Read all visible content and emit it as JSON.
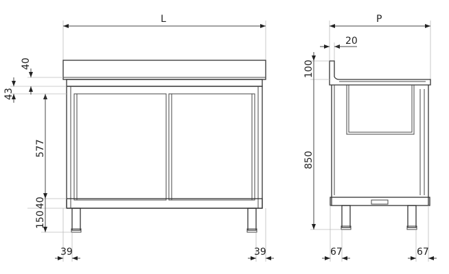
{
  "front_view": {
    "width_label": "L",
    "dims": {
      "top_thickness": "40",
      "upstand_gap": "43",
      "door_height": "577",
      "shelf_thickness": "40",
      "leg_height": "150",
      "leg_left_offset": "39",
      "leg_right_offset": "39"
    }
  },
  "side_view": {
    "depth_label": "P",
    "dims": {
      "upstand_thickness": "20",
      "upstand_height": "100",
      "total_height": "850",
      "leg_front_offset": "67",
      "leg_back_offset": "67"
    }
  },
  "colors": {
    "line": "#333333",
    "extension": "#bbbbbb",
    "text": "#222222"
  }
}
